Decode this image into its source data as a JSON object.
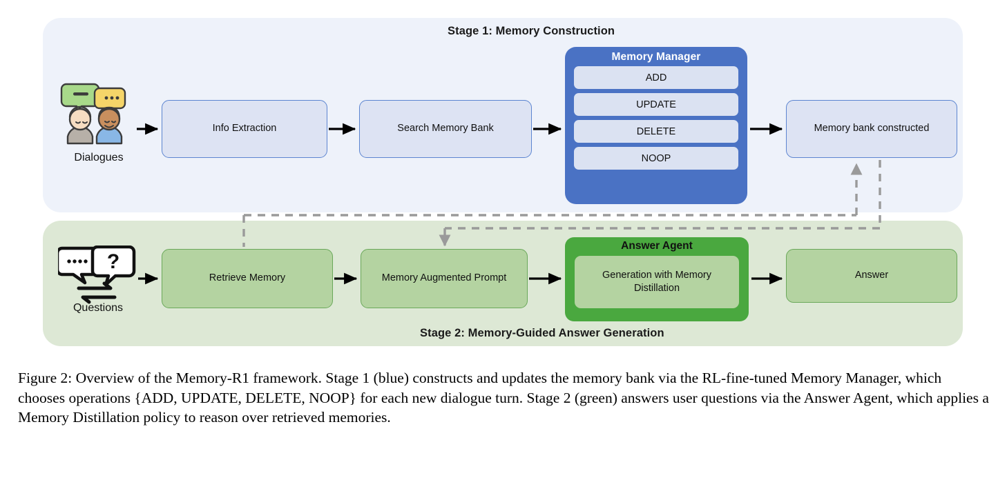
{
  "figure": {
    "caption": "Figure 2: Overview of the Memory-R1 framework. Stage 1 (blue) constructs and updates the memory bank via the RL-fine-tuned Memory Manager, which chooses operations {ADD, UPDATE, DELETE, NOOP} for each new dialogue turn. Stage 2 (green) answers user questions via the Answer Agent, which applies a Memory Distillation policy to reason over retrieved memories."
  },
  "stage1": {
    "label": "Stage 1: Memory Construction",
    "panel_color": "#eef2fa",
    "box_fill": "#dde3f3",
    "box_border": "#5b84d0",
    "input": {
      "icon": "two-people-chat-bubbles-icon",
      "caption": "Dialogues"
    },
    "boxes": [
      {
        "name": "info-extraction",
        "label": "Info Extraction"
      },
      {
        "name": "search-memory-bank",
        "label": "Search Memory Bank"
      },
      {
        "name": "memory-bank-constructed",
        "label": "Memory bank constructed"
      }
    ],
    "memory_manager": {
      "title": "Memory Manager",
      "header_color": "#4a72c4",
      "operations": [
        "ADD",
        "UPDATE",
        "DELETE",
        "NOOP"
      ]
    }
  },
  "stage2": {
    "label": "Stage 2: Memory-Guided Answer Generation",
    "panel_color": "#dde8d5",
    "box_fill": "#b4d3a1",
    "box_border": "#6aa85a",
    "input": {
      "icon": "question-speech-bubbles-exchange-icon",
      "caption": "Questions"
    },
    "boxes": [
      {
        "name": "retrieve-memory",
        "label": "Retrieve Memory"
      },
      {
        "name": "memory-augmented-prompt",
        "label": "Memory Augmented Prompt"
      },
      {
        "name": "answer",
        "label": "Answer"
      }
    ],
    "answer_agent": {
      "title": "Answer Agent",
      "header_color": "#4aa83f",
      "inner_label": "Generation with Memory Distillation"
    }
  },
  "connectors": {
    "solid_arrow_color": "#000000",
    "dashed_arrow_color": "#9a9a9a"
  }
}
